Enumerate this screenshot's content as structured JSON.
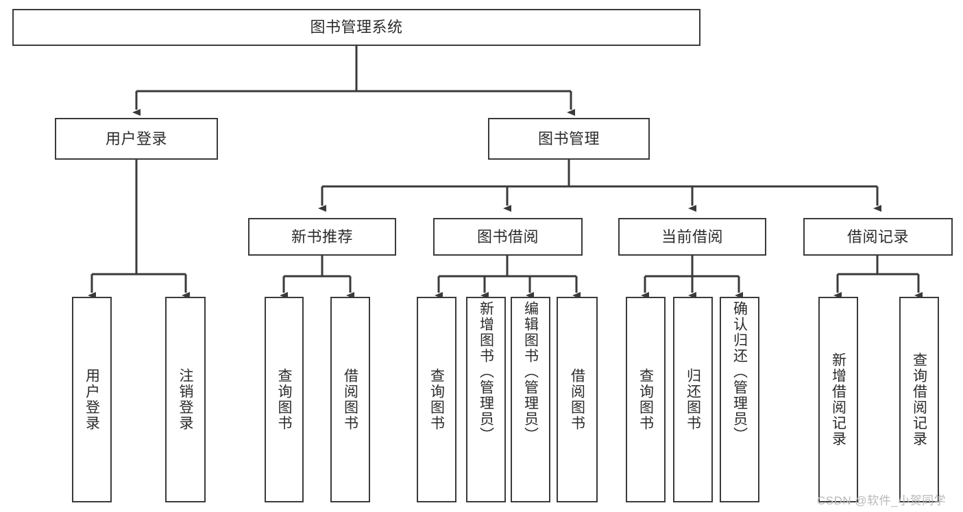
{
  "diagram": {
    "type": "tree",
    "title": "图书管理系统",
    "root": {
      "label": "图书管理系统"
    },
    "level2": [
      {
        "label": "用户登录"
      },
      {
        "label": "图书管理"
      }
    ],
    "level3": [
      {
        "label": "新书推荐"
      },
      {
        "label": "图书借阅"
      },
      {
        "label": "当前借阅"
      },
      {
        "label": "借阅记录"
      }
    ],
    "leaves": {
      "user_login": [
        {
          "label": "用户登录"
        },
        {
          "label": "注销登录"
        }
      ],
      "new_book_recommend": [
        {
          "label": "查询图书"
        },
        {
          "label": "借阅图书"
        }
      ],
      "book_borrow": [
        {
          "label": "查询图书"
        },
        {
          "label": "新增图书（管理员）"
        },
        {
          "label": "编辑图书（管理员）"
        },
        {
          "label": "借阅图书"
        }
      ],
      "current_borrow": [
        {
          "label": "查询图书"
        },
        {
          "label": "归还图书"
        },
        {
          "label": "确认归还（管理员）"
        }
      ],
      "borrow_record": [
        {
          "label": "新增借阅记录"
        },
        {
          "label": "查询借阅记录"
        }
      ]
    }
  },
  "watermark": {
    "text": "CSDN @软件_小贺同学"
  },
  "colors": {
    "stroke": "#3a3a3a",
    "background": "#ffffff",
    "text": "#2b2b2b",
    "watermark": "#b9b9b9"
  }
}
